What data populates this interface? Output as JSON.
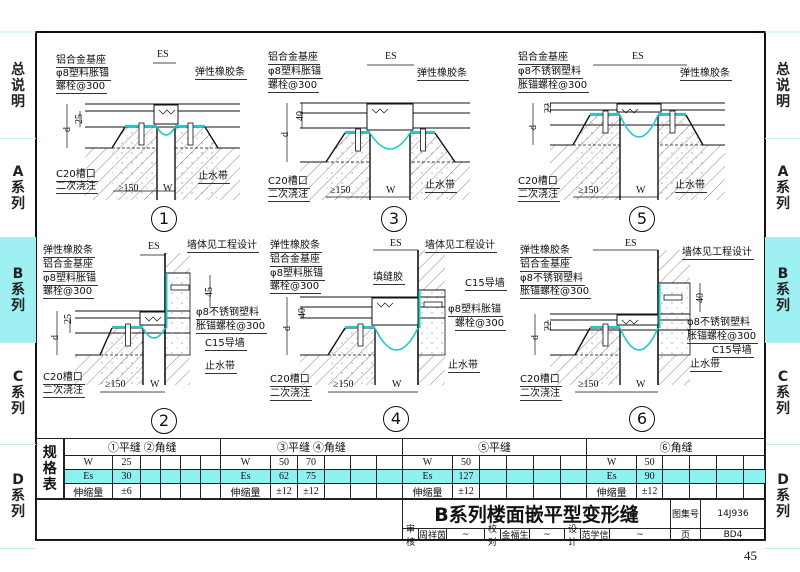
{
  "sidebar": {
    "items": [
      {
        "label": "总说明"
      },
      {
        "label": "A系列"
      },
      {
        "label": "B系列"
      },
      {
        "label": "C系列"
      },
      {
        "label": "D系列"
      }
    ],
    "active": "B系列",
    "highlight_color": "#9ff0f2"
  },
  "details": [
    {
      "id": "1",
      "labels": [
        "铝合金基座",
        "φ8塑料胀锚",
        "螺栓@300",
        "弹性橡胶条",
        "C20槽口",
        "二次浇注",
        "止水带"
      ],
      "dims": [
        "ES",
        "d",
        "25",
        "≥150",
        "W"
      ]
    },
    {
      "id": "2",
      "labels": [
        "弹性橡胶条",
        "铝合金基座",
        "φ8塑料胀锚",
        "螺栓@300",
        "墙体见工程设计",
        "φ8不锈钢塑料",
        "胀锚螺栓@300",
        "C15导墙",
        "止水带",
        "C20槽口",
        "二次浇注"
      ],
      "dims": [
        "ES",
        "d",
        "25",
        "45",
        "≥150",
        "W"
      ]
    },
    {
      "id": "3",
      "labels": [
        "铝合金基座",
        "φ8塑料胀锚",
        "螺栓@300",
        "弹性橡胶条",
        "C20槽口",
        "二次浇注",
        "止水带"
      ],
      "dims": [
        "ES",
        "d",
        "40",
        "≥150",
        "W"
      ]
    },
    {
      "id": "4",
      "labels": [
        "弹性橡胶条",
        "铝合金基座",
        "φ8塑料胀锚",
        "螺栓@300",
        "墙体见工程设计",
        "填缝胶",
        "C15导墙",
        "φ8塑料胀锚",
        "螺栓@300",
        "止水带",
        "C20槽口",
        "二次浇注"
      ],
      "dims": [
        "ES",
        "d",
        "40",
        "≥150",
        "W"
      ]
    },
    {
      "id": "5",
      "labels": [
        "铝合金基座",
        "φ8不锈钢塑料",
        "胀锚螺栓@300",
        "弹性橡胶条",
        "C20槽口",
        "二次浇注",
        "止水带"
      ],
      "dims": [
        "ES",
        "d",
        "22",
        "≥150",
        "W"
      ]
    },
    {
      "id": "6",
      "labels": [
        "弹性橡胶条",
        "铝合金基座",
        "φ8不锈钢塑料",
        "胀锚螺栓@300",
        "墙体见工程设计",
        "φ8不锈钢塑料",
        "胀锚螺栓@300",
        "C15导墙",
        "止水带",
        "C20槽口",
        "二次浇注"
      ],
      "dims": [
        "ES",
        "d",
        "22",
        "40",
        "≥150",
        "W"
      ]
    }
  ],
  "spec_table": {
    "tag": "规格表",
    "groups": [
      {
        "header": "①平缝 ②角缝",
        "rows": [
          [
            "W",
            "25"
          ],
          [
            "Es",
            "30"
          ],
          [
            "伸缩量",
            "±6"
          ]
        ]
      },
      {
        "header": "③平缝 ④角缝",
        "rows": [
          [
            "W",
            "50",
            "70"
          ],
          [
            "Es",
            "62",
            "75"
          ],
          [
            "伸缩量",
            "±12",
            "±12"
          ]
        ]
      },
      {
        "header": "⑤平缝",
        "rows": [
          [
            "W",
            "50"
          ],
          [
            "Es",
            "127"
          ],
          [
            "伸缩量",
            "±12"
          ]
        ]
      },
      {
        "header": "⑥角缝",
        "rows": [
          [
            "W",
            "50"
          ],
          [
            "Es",
            "90"
          ],
          [
            "伸缩量",
            "±12"
          ]
        ]
      }
    ],
    "highlight_color": "#8ff0f2"
  },
  "title_block": {
    "title": "B系列楼面嵌平型变形缝",
    "atlas_label": "图集号",
    "atlas_no": "14J936",
    "page_label": "页",
    "page_code": "BD4",
    "review_label": "审核",
    "reviewer": "周祥茵",
    "check_label": "校对",
    "checker": "金福生",
    "design_label": "设计",
    "designer": "范学信"
  },
  "page_number": "45",
  "colors": {
    "waterstop": "#22c8cc"
  }
}
